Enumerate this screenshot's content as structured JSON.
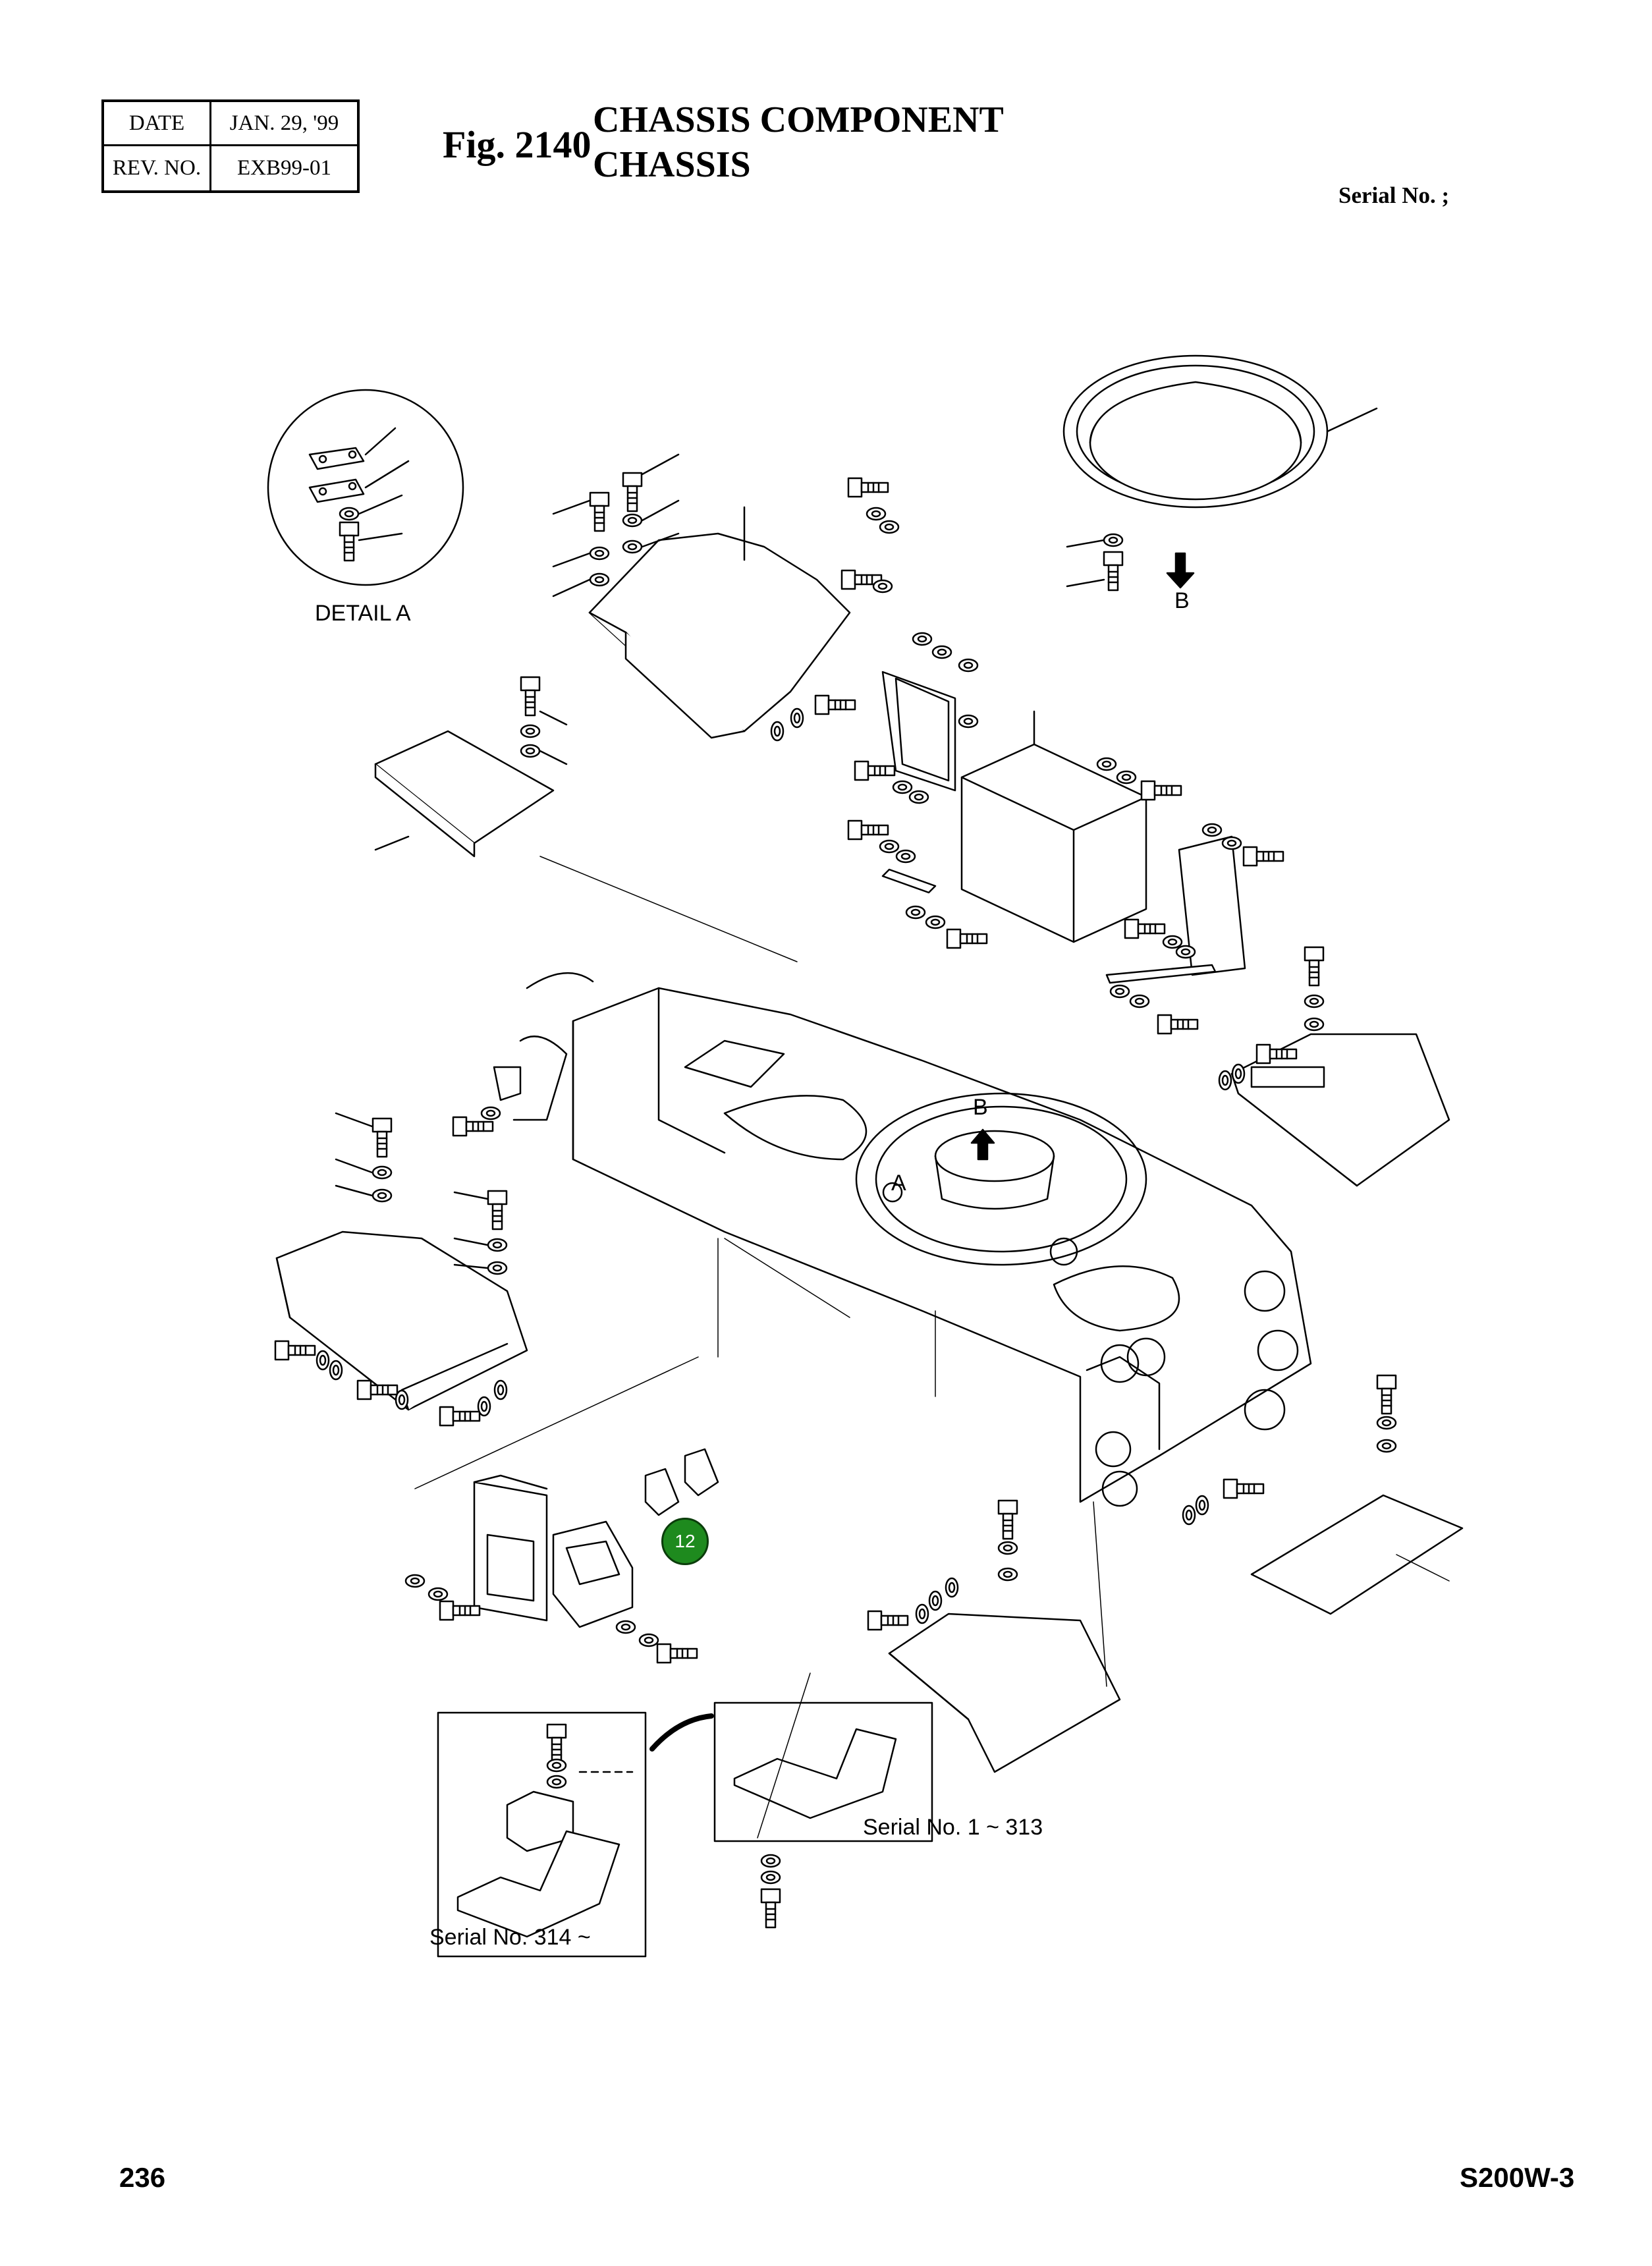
{
  "header": {
    "date_label": "DATE",
    "date_value": "JAN. 29, '99",
    "rev_label": "REV. NO.",
    "rev_value": "EXB99-01",
    "fig_number": "Fig. 2140",
    "title_line1": "CHASSIS COMPONENT",
    "title_line2": "CHASSIS",
    "serial_note": "Serial No. ;"
  },
  "diagram": {
    "detail_label": "DETAIL  A",
    "view_b_top": "B",
    "view_b_center": "B",
    "point_a": "A",
    "callout_number": "12",
    "callout_color": "#1e8a1e",
    "serial_range_1": "Serial No. 1 ~ 313",
    "serial_range_2": "Serial No. 314 ~"
  },
  "footer": {
    "page_number": "236",
    "model": "S200W-3"
  }
}
